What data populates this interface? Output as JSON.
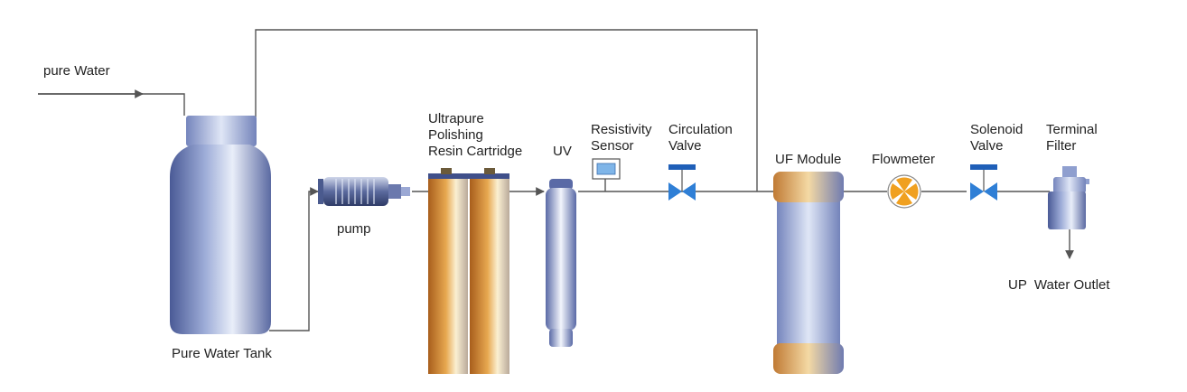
{
  "labels": {
    "pure_water_in": "pure Water",
    "tank": "Pure Water Tank",
    "pump": "pump",
    "resin_cartridge": [
      "Ultrapure",
      "Polishing",
      "Resin Cartridge"
    ],
    "uv": "UV",
    "resistivity_sensor": [
      "Resistivity",
      "Sensor"
    ],
    "circulation_valve": [
      "Circulation",
      "Valve"
    ],
    "uf_module": "UF Module",
    "flowmeter": "Flowmeter",
    "solenoid_valve": [
      "Solenoid",
      "Valve"
    ],
    "terminal_filter": [
      "Terminal",
      "Filter"
    ],
    "outlet": "UP  Water Outlet"
  },
  "colors": {
    "pipe": "#555555",
    "vessel_blue": "#8f9fcf",
    "vessel_light": "#e6ecf8",
    "vessel_dark": "#3f4f8a",
    "cartridge_orange": "#c9782a",
    "cartridge_light": "#f6e4b8",
    "valve_blue": "#2f7fd6",
    "fan_orange": "#f0a020"
  }
}
